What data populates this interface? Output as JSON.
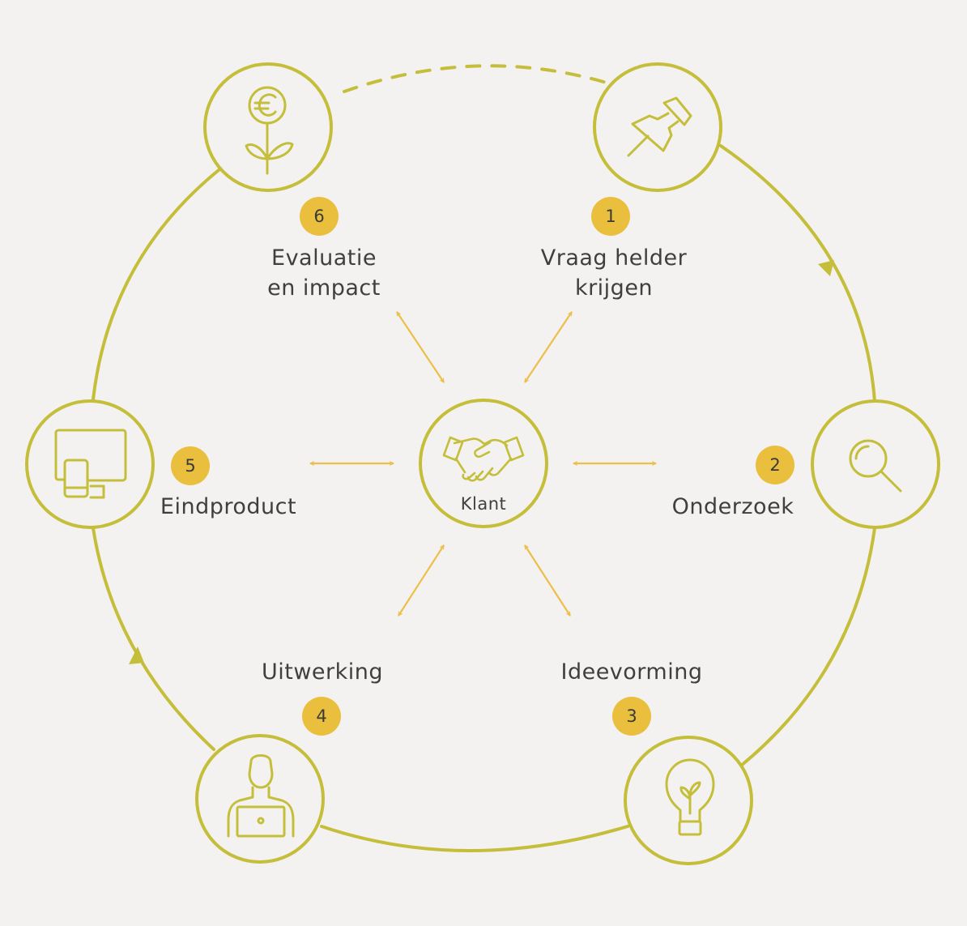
{
  "center": {
    "label": "Klant",
    "icon": "handshake-icon"
  },
  "steps": [
    {
      "number": "1",
      "title": "Vraag helder\nkrijgen",
      "icon": "pushpin-icon"
    },
    {
      "number": "2",
      "title": "Onderzoek",
      "icon": "magnifier-icon"
    },
    {
      "number": "3",
      "title": "Ideevorming",
      "icon": "lightbulb-icon"
    },
    {
      "number": "4",
      "title": "Uitwerking",
      "icon": "person-laptop-icon"
    },
    {
      "number": "5",
      "title": "Eindproduct",
      "icon": "devices-icon"
    },
    {
      "number": "6",
      "title": "Evaluatie\nen impact",
      "icon": "euro-plant-icon"
    }
  ],
  "colors": {
    "ring": "#c4be3b",
    "arrow": "#ecbf4b",
    "badge": "#eabf3d",
    "text": "#3f3f3f",
    "background": "#f4f2f0"
  }
}
